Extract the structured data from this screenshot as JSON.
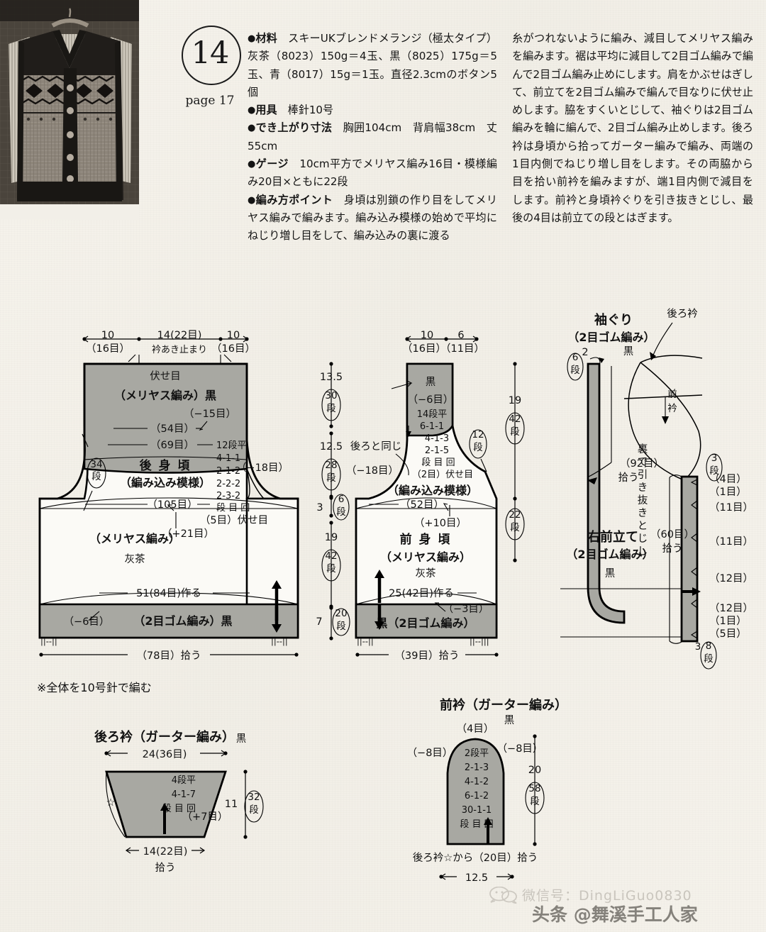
{
  "page": {
    "badge_number": "14",
    "page_ref": "page 17",
    "note": "※全体を10号針で編む",
    "background_color": "#f4f1ea",
    "shape_fill_color": "#a8a8a2"
  },
  "photo": {
    "alt": "knit-vest-photo",
    "description": "モノクロ写真：フェアアイル模様のニットベスト（ハンガー掛け）"
  },
  "instructions": {
    "left_column": [
      {
        "bullet": "●",
        "heading": "材料",
        "body": "　スキーUKブレンドメランジ（極太タイプ）灰茶（8023）150g＝4玉、黒（8025）175g＝5玉、青（8017）15g＝1玉。直径2.3cmのボタン5個"
      },
      {
        "bullet": "●",
        "heading": "用具",
        "body": "　棒針10号"
      },
      {
        "bullet": "●",
        "heading": "でき上がり寸法",
        "body": "　胸囲104cm　背肩幅38cm　丈55cm"
      },
      {
        "bullet": "●",
        "heading": "ゲージ",
        "body": "　10cm平方でメリヤス編み16目・模様編み20目×ともに22段"
      },
      {
        "bullet": "●",
        "heading": "編み方ポイント",
        "body": "　身頃は別鎖の作り目をしてメリヤス編みで編みます。編み込み模様の始めで平均にねじり増し目をして、編み込みの裏に渡る"
      }
    ],
    "right_column": "糸がつれないように編み、減目してメリヤス編みを編みます。裾は平均に減目して2目ゴム編みで編んで2目ゴム編み止めにします。肩をかぶせはぎして、前立てを2目ゴム編みで編んで目なりに伏せ止めします。脇をすくいとじして、袖ぐりは2目ゴム編みを輪に編んで、2目ゴム編み止めします。後ろ衿は身頃から拾ってガーター編みで編み、両端の1目内側でねじり増し目をします。その両脇から目を拾い前衿を編みますが、端1目内側で減目をします。前衿と身頃衿ぐりを引き抜きとじし、最後の4目は前立ての段とはぎます。"
  },
  "diagrams": {
    "back_body": {
      "title": "後 身 頃",
      "subtitle": "（編み込み模様）",
      "top_dims": [
        {
          "cm": "10",
          "st": "（16目）"
        },
        {
          "cm": "14(22目)",
          "st": "衿あき止まり"
        },
        {
          "cm": "10",
          "st": "（16目）"
        }
      ],
      "labels": {
        "bind_off": "伏せ目",
        "stockinette_black": "（メリヤス編み）黒",
        "minus15": "（−15目）",
        "st54": "（54目）",
        "st69": "（69目）",
        "rows34": "34段",
        "dec_rows": [
          "12段平",
          "4-1-1",
          "2-1-2",
          "2-2-2",
          "2-3-2",
          "段 目 回"
        ],
        "minus18": "（−18目）",
        "st105": "（105目）",
        "bind5": "（5目）伏せ目",
        "plus21": "（+21目）",
        "stockinette": "（メリヤス編み）",
        "color_brown": "灰茶",
        "cast_on": "51(84目)作る",
        "minus6": "（−6目）",
        "rib_black": "（2目ゴム編み）黒",
        "pickup": "（78目）拾う"
      }
    },
    "center_measures": [
      {
        "cm": "13.5",
        "rows": "（30段）"
      },
      {
        "cm": "12.5",
        "rows": "（28段）"
      },
      {
        "cm": "3",
        "rows": "（6段）"
      },
      {
        "cm": "19",
        "rows": "（42段）"
      },
      {
        "cm": "7",
        "rows": "（20段）"
      }
    ],
    "front_body": {
      "title": "前 身 頃",
      "subtitle": "（メリヤス編み）",
      "top_dims": [
        {
          "cm": "10",
          "st": "（16目）"
        },
        {
          "cm": "6",
          "st": "（11目）"
        }
      ],
      "labels": {
        "black": "黒",
        "minus6": "（−6目）",
        "neck_rows": [
          "14段平",
          "6-1-1",
          "4-1-3",
          "2-1-5",
          "段 目 回",
          "（2目）伏せ目"
        ],
        "rows12": "12段",
        "same_as_back": "後ろと同じ",
        "minus18": "（−18目）",
        "stockinette_label": "（メリヤス編み）",
        "fairisle": "（編み込み模様）",
        "st52": "（52目）",
        "plus10": "（+10目）",
        "color_brown": "灰茶",
        "cast_on": "25(42目)作る",
        "minus3": "（−3目）",
        "rib_black": "黒（2目ゴム編み）",
        "pickup": "（39目）拾う"
      },
      "right_measures": [
        {
          "cm": "19",
          "rows": "（42段）"
        },
        {
          "cm": "",
          "rows": "（22段）"
        }
      ]
    },
    "armhole": {
      "title": "袖ぐり",
      "subtitle": "（2目ゴム編み）",
      "color": "黒",
      "rows": "6段",
      "cm": "2",
      "pickup": "（92目）拾う"
    },
    "collar_assembly": {
      "back_collar_label": "後ろ衿",
      "front_collar_label": "前衿",
      "seam_note": "裏で引き抜きとじし"
    },
    "right_front_band": {
      "title": "右前立て",
      "subtitle": "（2目ゴム編み）",
      "color": "黒",
      "pickup": "（60目）拾う",
      "segments": [
        "（4目）",
        "（1目）",
        "（11目）",
        "（11目）",
        "（12目）",
        "（12目）",
        "（1目）",
        "（5目）"
      ],
      "top_rows": "3段",
      "bottom_cm": "3",
      "bottom_rows": "8段"
    },
    "back_collar": {
      "title": "後ろ衿（ガーター編み）",
      "color": "黒",
      "top_dim": "24(36目)",
      "inc_rows": [
        "4段平",
        "4-1-7",
        "段 目 回"
      ],
      "plus7": "（+7目）",
      "height_cm": "11",
      "height_rows": "（32段）",
      "bottom_dim": "14(22目)",
      "bottom_note": "拾う",
      "star": "☆"
    },
    "front_collar": {
      "title": "前衿（ガーター編み）",
      "color": "黒",
      "top_st": "（4目）",
      "left_dec": "（−8目）",
      "right_dec": "（−8目）",
      "dec_rows": [
        "2段平",
        "2-1-3",
        "4-1-2",
        "6-1-2",
        "30-1-1",
        "段  目  回"
      ],
      "height_cm": "20",
      "height_rows": "（58段）",
      "bottom_note": "後ろ衿☆から（20目）拾う",
      "bottom_dim": "12.5"
    }
  },
  "watermark": {
    "wechat_line": "微信号：DingLiGuo0830",
    "toutiao_line": "头条 @舞溪手工人家"
  }
}
